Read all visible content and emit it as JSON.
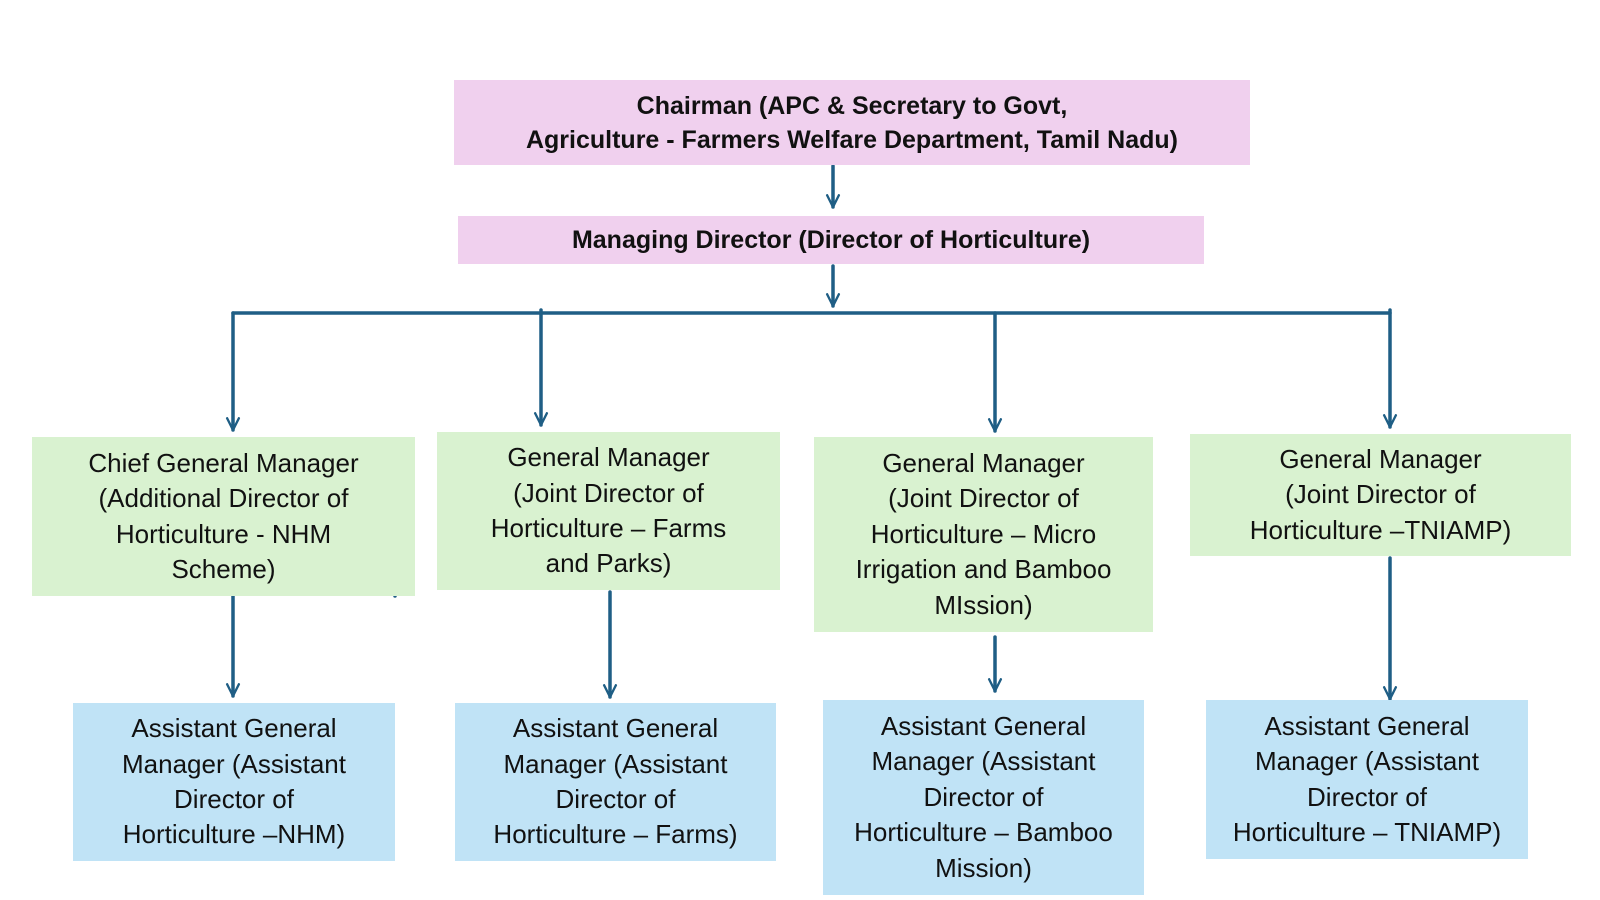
{
  "colors": {
    "connector": "#1f5e85",
    "top_level_fill": "#f0d0ee",
    "manager_fill": "#d9f2d0",
    "assistant_fill": "#c0e3f6"
  },
  "chairman": {
    "line1": "Chairman (APC & Secretary to Govt,",
    "line2": "Agriculture  - Farmers Welfare Department, Tamil Nadu)"
  },
  "managing_director": {
    "label": "Managing Director (Director of Horticulture)"
  },
  "managers": [
    {
      "text": "Chief General Manager\n(Additional Director of\nHorticulture - NHM\nScheme)"
    },
    {
      "text": "General Manager\n(Joint Director of\nHorticulture – Farms\nand Parks)"
    },
    {
      "text": "General Manager\n(Joint Director of\nHorticulture – Micro\nIrrigation and Bamboo\nMIssion)"
    },
    {
      "text": "General Manager\n(Joint Director of\nHorticulture –TNIAMP)"
    }
  ],
  "assistants": [
    {
      "text": "Assistant General\nManager (Assistant\nDirector of\nHorticulture –NHM)"
    },
    {
      "text": "Assistant General\nManager (Assistant\nDirector of\nHorticulture – Farms)"
    },
    {
      "text": "Assistant General\nManager (Assistant\nDirector of\nHorticulture – Bamboo\nMission)"
    },
    {
      "text": "Assistant General\nManager (Assistant\nDirector of\nHorticulture – TNIAMP)"
    }
  ]
}
